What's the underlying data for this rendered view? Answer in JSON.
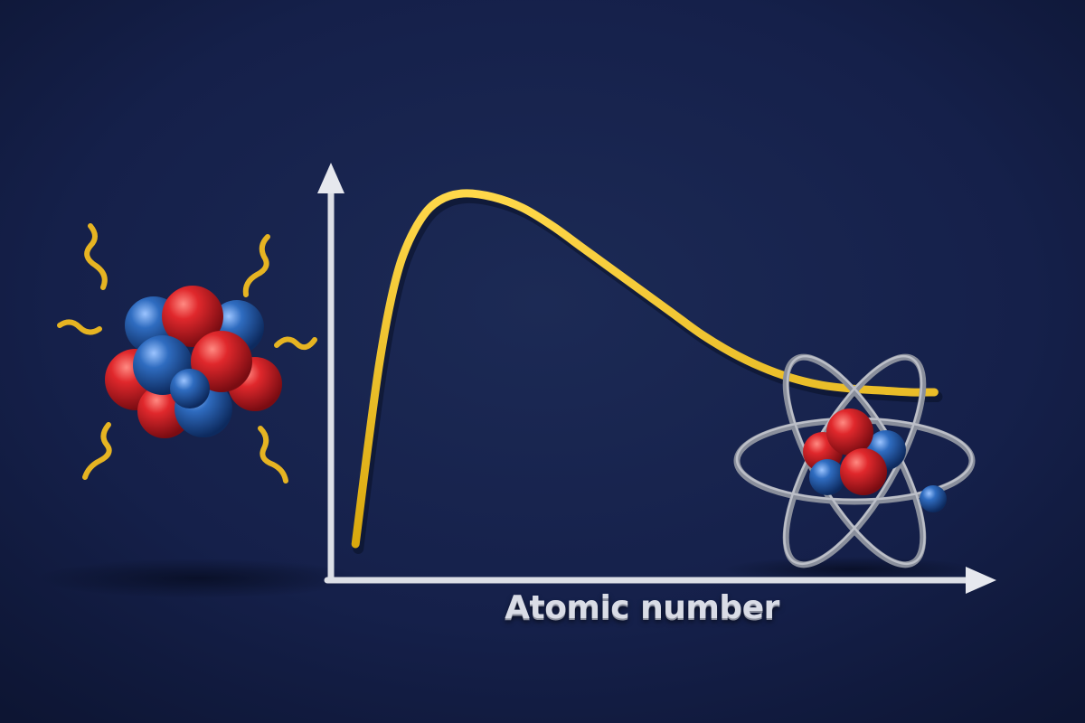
{
  "chart_data": {
    "type": "line",
    "xlabel": "Atomic number",
    "ylabel": "",
    "title": "",
    "xlim": [
      0,
      100
    ],
    "ylim": [
      0,
      100
    ],
    "grid": false,
    "series": [
      {
        "x": [
          2,
          4,
          6,
          8,
          10,
          13,
          16,
          20,
          25,
          30,
          35,
          40,
          45,
          50,
          55,
          60,
          65,
          70,
          75,
          80,
          85,
          90,
          95,
          99
        ],
        "y": [
          2,
          28,
          52,
          70,
          82,
          92,
          97,
          99,
          98,
          95,
          90,
          84,
          78,
          72,
          66,
          60,
          55,
          51,
          48,
          46,
          45,
          44.5,
          44,
          44
        ]
      }
    ],
    "colors": {
      "curve": "#f2c21a",
      "axis": "#dcdfe6",
      "proton": "#d8242a",
      "neutron": "#2d66b8",
      "background": "#142046"
    }
  },
  "illustrations": {
    "left": "unstable-nucleus-with-radiation",
    "right": "atom-with-orbits"
  }
}
